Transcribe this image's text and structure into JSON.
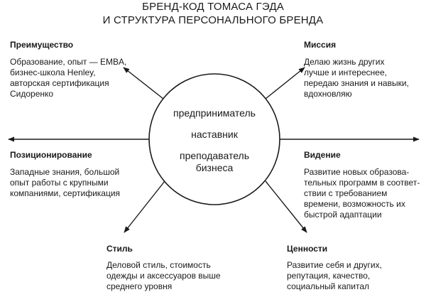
{
  "title": {
    "line1": "БРЕНД-КОД ТОМАСА ГЭДА",
    "line2": "И СТРУКТУРА ПЕРСОНАЛЬНОГО БРЕНДА"
  },
  "center": {
    "line1": "предприниматель",
    "line2": "наставник",
    "line3": "преподаватель\nбизнеса"
  },
  "sections": {
    "advantage": {
      "heading": "Преимущество",
      "body": "Образование, опыт — EMBA,\nбизнес-школа Henley,\nавторская сертификация\nСидоренко"
    },
    "mission": {
      "heading": "Миссия",
      "body": "Делаю жизнь других\nлучше и интереснее,\nпередаю знания и навыки,\nвдохновляю"
    },
    "positioning": {
      "heading": "Позиционирование",
      "body": "Западные знания, большой\nопыт работы с крупными\nкомпаниями, сертификация"
    },
    "vision": {
      "heading": "Видение",
      "body": "Развитие новых образова-\nтельных программ в соответ-\nствии с требованием\nвремени, возможность их\nбыстрой адаптации"
    },
    "style": {
      "heading": "Стиль",
      "body": "Деловой стиль, стоимость\nодежды и аксессуаров выше\nсреднего уровня"
    },
    "values": {
      "heading": "Ценности",
      "body": "Развитие себя и других,\nрепутация, качество,\nсоциальный капитал"
    }
  }
}
